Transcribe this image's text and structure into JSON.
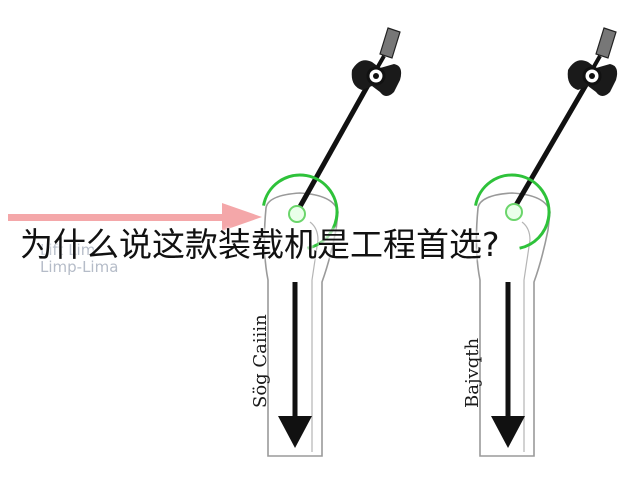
{
  "caption": "为什么说这款装载机是工程首选?",
  "faded_text": {
    "line1": "Lift Lim...",
    "line2": "Limp-Lima"
  },
  "labels": {
    "left": "Sög Caiiin",
    "right": "Bajvqth"
  },
  "colors": {
    "lever": "#111111",
    "pivot_ring": "#2ec23a",
    "pointer_arrow": "#f4a7a9",
    "outline": "#999999"
  }
}
